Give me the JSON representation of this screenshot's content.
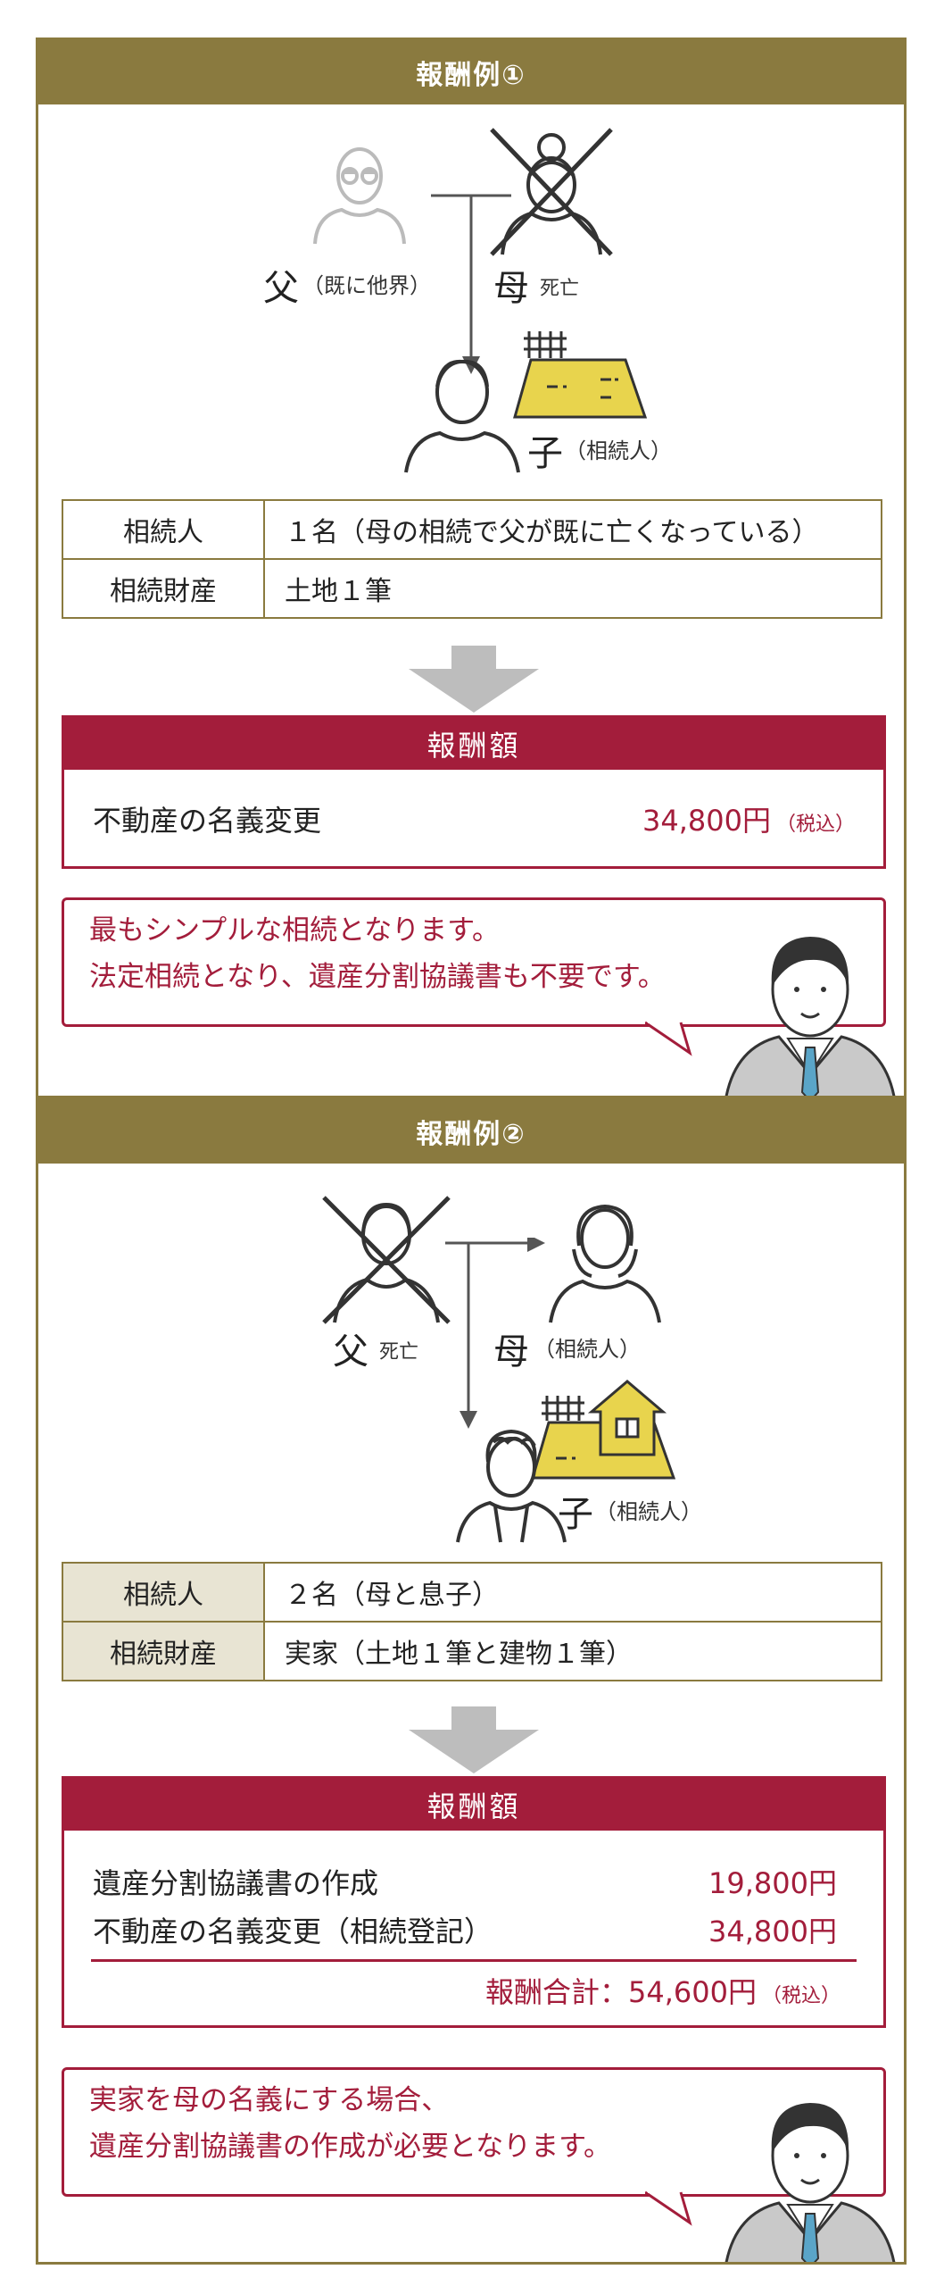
{
  "example1": {
    "title": "報酬例①",
    "father_label": "父",
    "father_note": "（既に他界）",
    "mother_label": "母",
    "mother_note": "死亡",
    "child_label": "子",
    "child_note": "（相続人）",
    "table": [
      {
        "label": "相続人",
        "value": "１名（母の相続で父が既に亡くなっている）"
      },
      {
        "label": "相続財産",
        "value": "土地１筆"
      }
    ],
    "fee_title": "報酬額",
    "fee_item": "不動産の名義変更",
    "fee_price": "34,800円",
    "fee_tax": "（税込）",
    "speech": [
      "最もシンプルな相続となります。",
      "法定相続となり、遺産分割協議書も不要です。"
    ]
  },
  "example2": {
    "title": "報酬例②",
    "father_label": "父",
    "father_note": "死亡",
    "mother_label": "母",
    "mother_note": "（相続人）",
    "child_label": "子",
    "child_note": "（相続人）",
    "table": [
      {
        "label": "相続人",
        "value": "２名（母と息子）"
      },
      {
        "label": "相続財産",
        "value": "実家（土地１筆と建物１筆）"
      }
    ],
    "fee_title": "報酬額",
    "fee_items": [
      {
        "label": "遺産分割協議書の作成",
        "price": "19,800円"
      },
      {
        "label": "不動産の名義変更（相続登記）",
        "price": "34,800円"
      }
    ],
    "total_label": "報酬合計：54,600円",
    "total_tax": "（税込）",
    "speech": [
      "実家を母の名義にする場合、",
      "遺産分割協議書の作成が必要となります。"
    ]
  },
  "colors": {
    "header": "#8a7a3f",
    "accent": "#a31d3b",
    "land": "#e8d44d"
  }
}
